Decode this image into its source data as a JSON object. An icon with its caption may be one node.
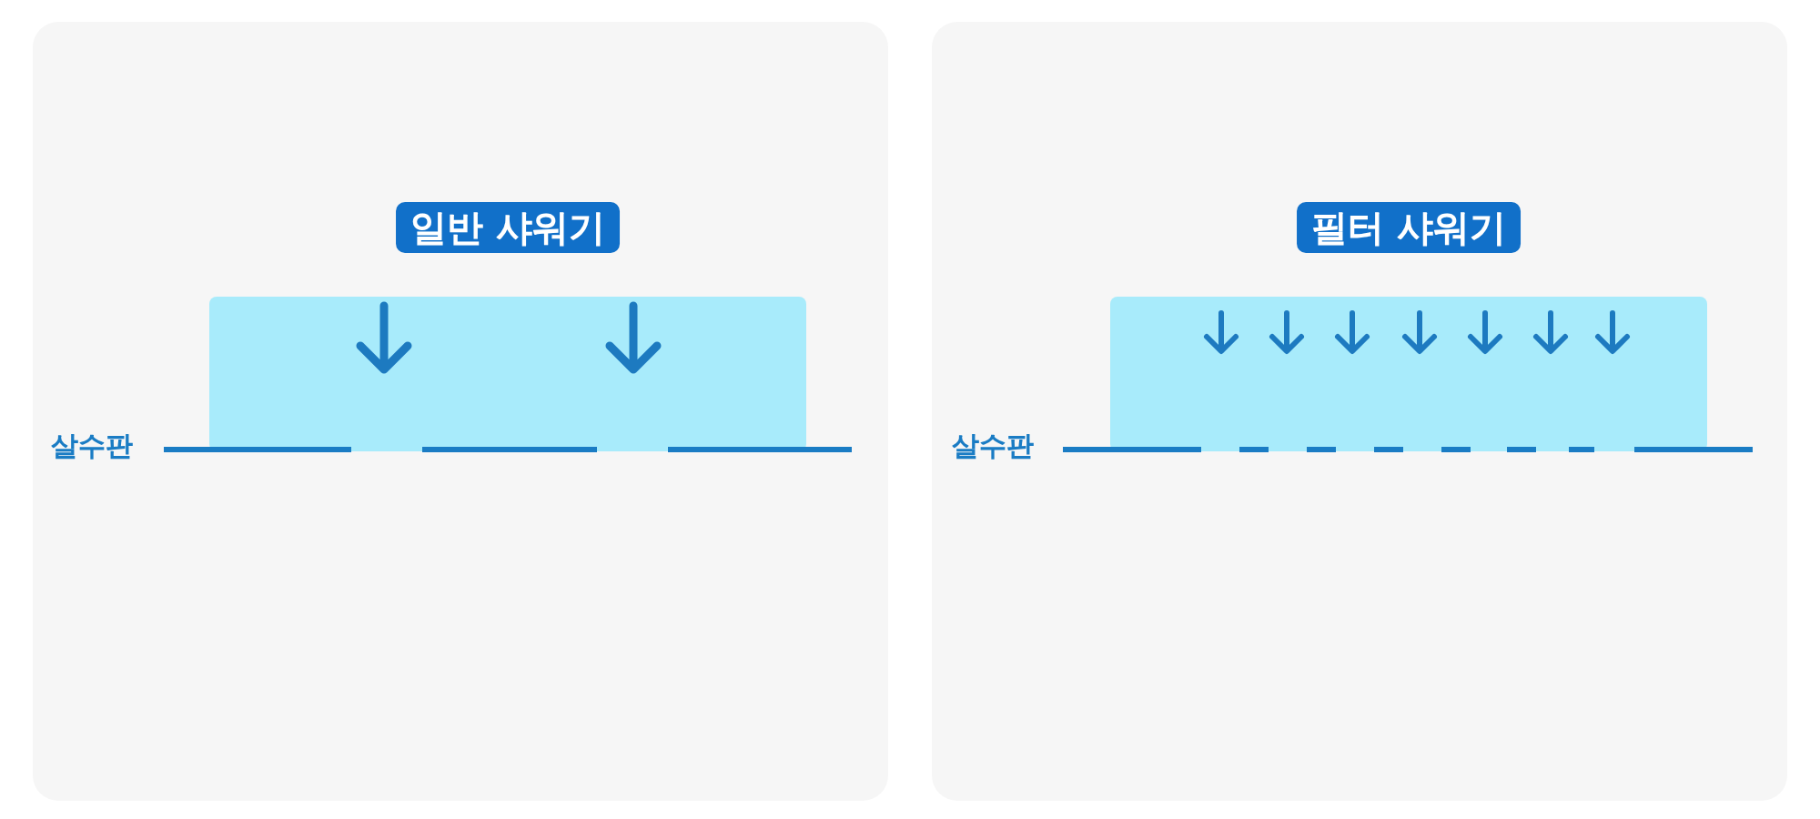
{
  "diagram": {
    "labels": [
      "일반 샤워기",
      "살수판",
      "필터 샤워기",
      "살수판"
    ]
  }
}
